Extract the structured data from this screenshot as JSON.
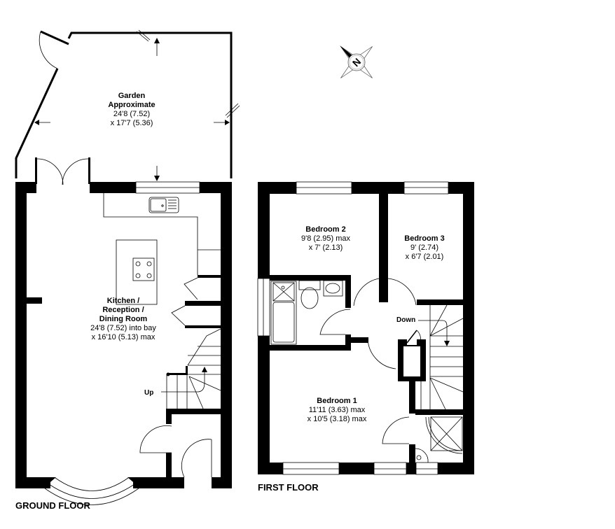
{
  "plan": {
    "ground_floor": {
      "title": "GROUND FLOOR",
      "rooms": [
        {
          "name_lines": [
            "Garden",
            "Approximate"
          ],
          "dims": [
            "24'8 (7.52)",
            "x 17'7 (5.36)"
          ]
        },
        {
          "name_lines": [
            "Kitchen /",
            "Reception /",
            "Dining Room"
          ],
          "dims": [
            "24'8 (7.52) into bay",
            "x 16'10 (5.13) max"
          ]
        }
      ],
      "stairs_label": "Up"
    },
    "first_floor": {
      "title": "FIRST FLOOR",
      "rooms": [
        {
          "name_lines": [
            "Bedroom 2"
          ],
          "dims": [
            "9'8 (2.95) max",
            "x 7' (2.13)"
          ]
        },
        {
          "name_lines": [
            "Bedroom 3"
          ],
          "dims": [
            "9' (2.74)",
            "x 6'7 (2.01)"
          ]
        },
        {
          "name_lines": [
            "Bedroom 1"
          ],
          "dims": [
            "11'11 (3.63) max",
            "x 10'5 (3.18) max"
          ]
        }
      ],
      "stairs_label": "Down"
    },
    "compass": {
      "letter": "N",
      "icon": "compass-rose-icon"
    },
    "colors": {
      "wall": "#000000",
      "background": "#ffffff",
      "fixture": "#000000"
    }
  }
}
